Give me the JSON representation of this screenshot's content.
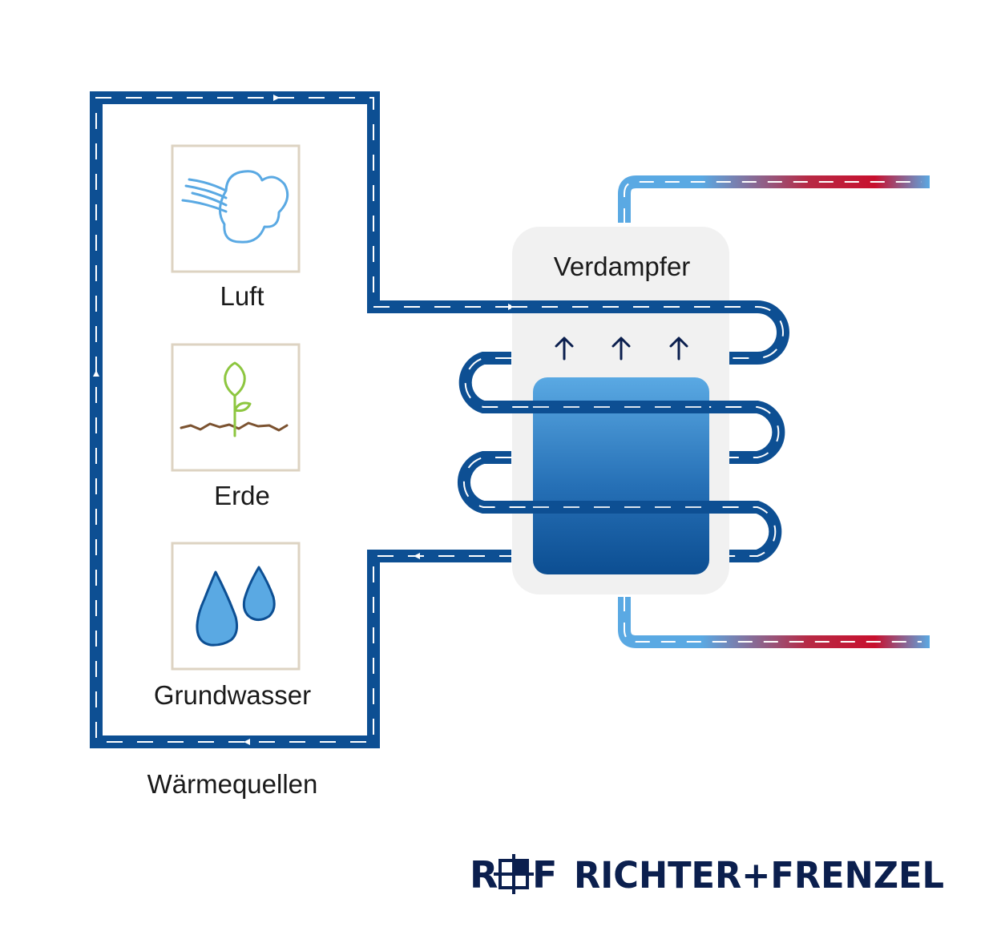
{
  "sources_heading": "Wärmequellen",
  "sources": [
    {
      "label": "Luft",
      "icon": "wind-cloud-icon"
    },
    {
      "label": "Erde",
      "icon": "plant-seedling-icon"
    },
    {
      "label": "Grundwasser",
      "icon": "water-drops-icon"
    }
  ],
  "evaporator": {
    "label": "Verdampfer"
  },
  "logo": {
    "mark": "R F",
    "text": "RICHTER+FRENZEL"
  },
  "colors": {
    "pipe_dark": "#0d4f93",
    "pipe_light": "#5aa9e3",
    "hot": "#c8102e",
    "box_border": "#ddd3c2",
    "evap_bg": "#f1f1f1",
    "logo": "#0b1f4e"
  }
}
